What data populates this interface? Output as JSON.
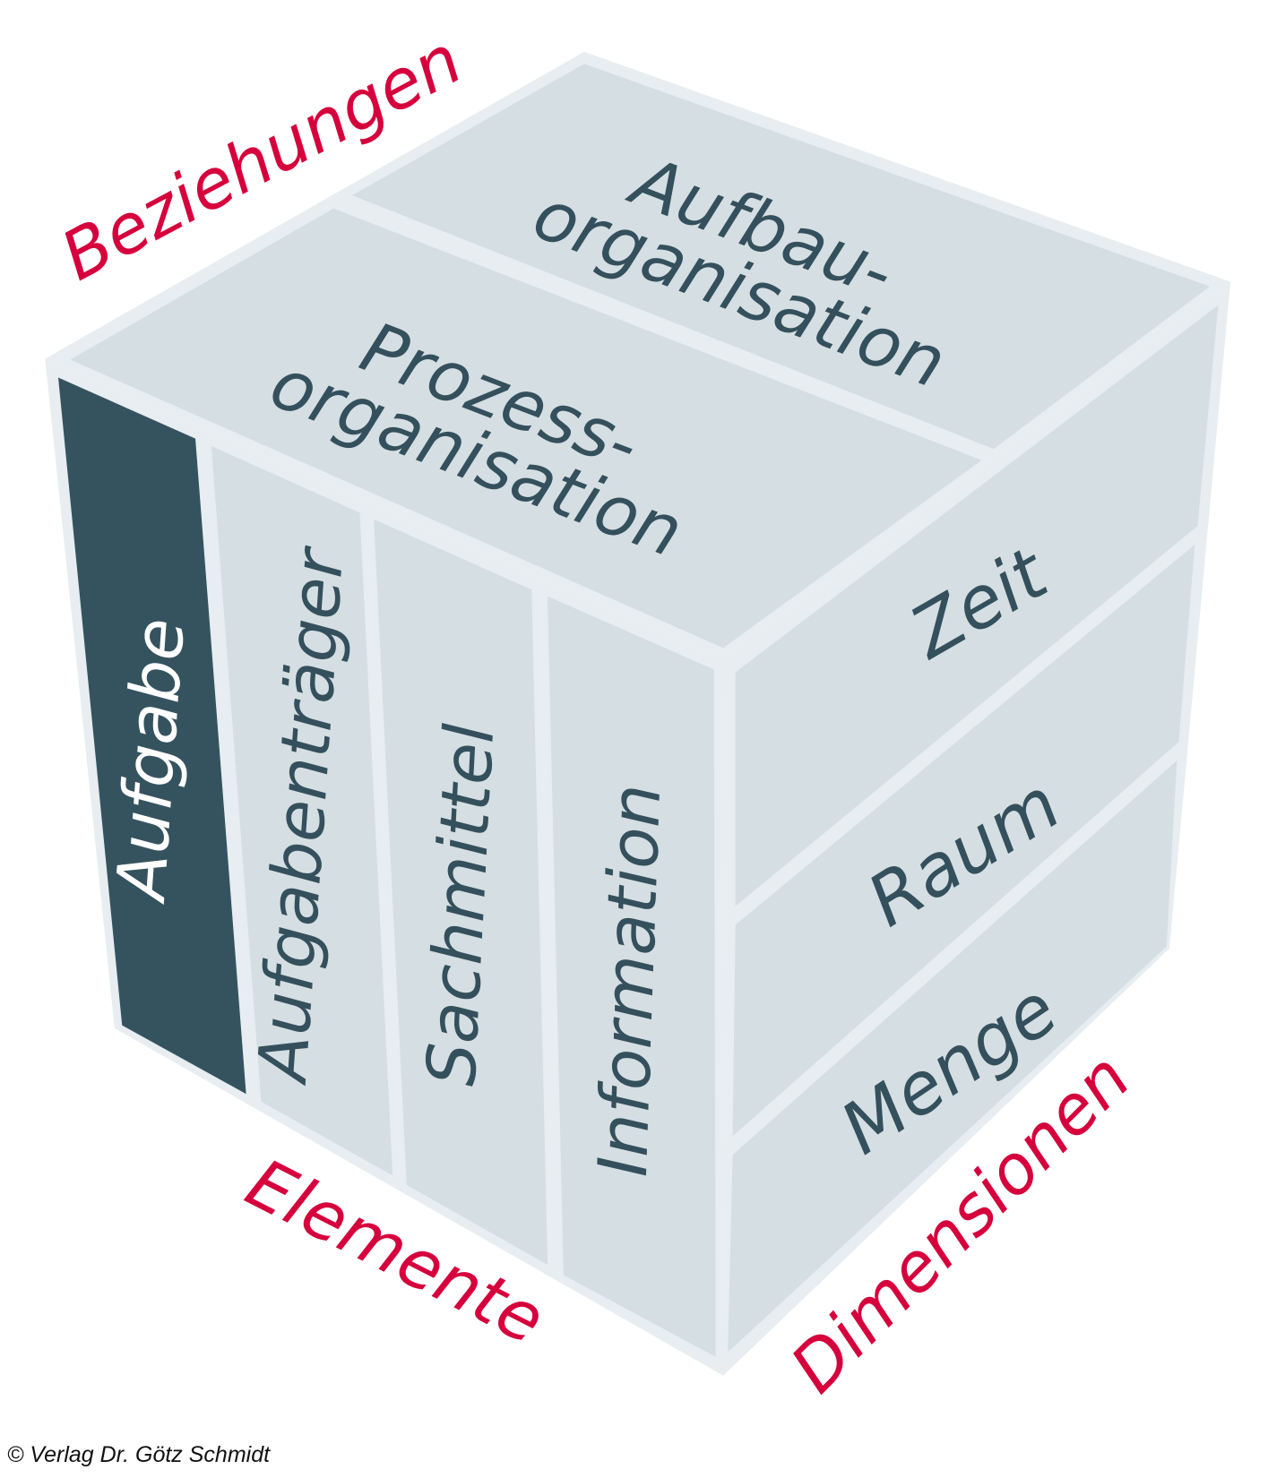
{
  "colors": {
    "frame": "#e7edf0",
    "panel": "#d5dee2",
    "highlight": "#35535f",
    "text": "#34505c",
    "label": "#d6003c"
  },
  "top_face": {
    "panel_back": [
      "Aufbau-",
      "organisation"
    ],
    "panel_front": [
      "Prozess-",
      "organisation"
    ]
  },
  "left_face": {
    "panels": [
      "Aufgabe",
      "Aufgabenträger",
      "Sachmittel",
      "Information"
    ]
  },
  "right_face": {
    "panels": [
      "Zeit",
      "Raum",
      "Menge"
    ]
  },
  "axis_labels": {
    "top": "Beziehungen",
    "left": "Elemente",
    "right": "Dimensionen"
  },
  "copyright": "© Verlag Dr. Götz Schmidt"
}
